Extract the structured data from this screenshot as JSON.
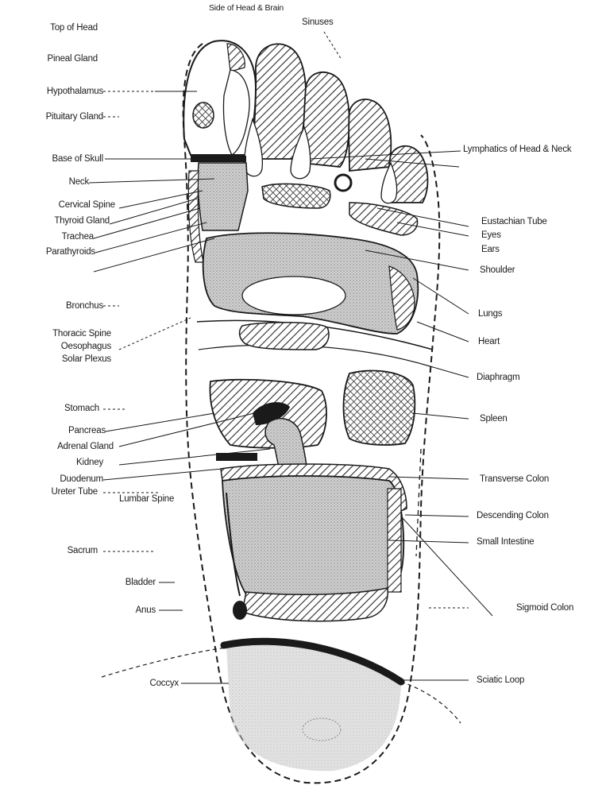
{
  "labels": {
    "top_of_head": "Top of Head",
    "pineal_gland": "Pineal Gland",
    "hypothalamus": "Hypothalamus",
    "pituitary_gland": "Pituitary Gland",
    "base_of_skull": "Base of Skull",
    "neck": "Neck",
    "cervical_spine": "Cervical Spine",
    "thyroid_gland": "Thyroid Gland",
    "trachea": "Trachea",
    "parathyroids": "Parathyroids",
    "bronchus": "Bronchus",
    "thoracic_spine": "Thoracic Spine",
    "oesophagus": "Oesophagus",
    "solar_plexus": "Solar Plexus",
    "stomach": "Stomach",
    "pancreas": "Pancreas",
    "adrenal_gland": "Adrenal Gland",
    "kidney": "Kidney",
    "duodenum": "Duodenum",
    "ureter_tube": "Ureter Tube",
    "lumbar_spine": "Lumbar Spine",
    "sacrum": "Sacrum",
    "bladder": "Bladder",
    "anus": "Anus",
    "coccyx": "Coccyx",
    "solar_head_brain": "Side of Head & Brain",
    "sinuses": "Sinuses",
    "lymphatics_head_neck": "Lymphatics of Head & Neck",
    "eustachian_tube": "Eustachian Tube",
    "eyes": "Eyes",
    "ears": "Ears",
    "shoulder": "Shoulder",
    "lungs": "Lungs",
    "heart": "Heart",
    "diaphragm": "Diaphragm",
    "spleen": "Spleen",
    "transverse_colon": "Transverse Colon",
    "descending_colon": "Descending Colon",
    "small_intestine": "Small Intestine",
    "sigmoid_colon": "Sigmoid Colon",
    "sciatic_loop": "Sciatic Loop"
  },
  "colors": {
    "ink": "#1a1a1a",
    "hatch": "#2a2a2a",
    "stipple": "#b8b8b8",
    "paper": "#ffffff"
  }
}
